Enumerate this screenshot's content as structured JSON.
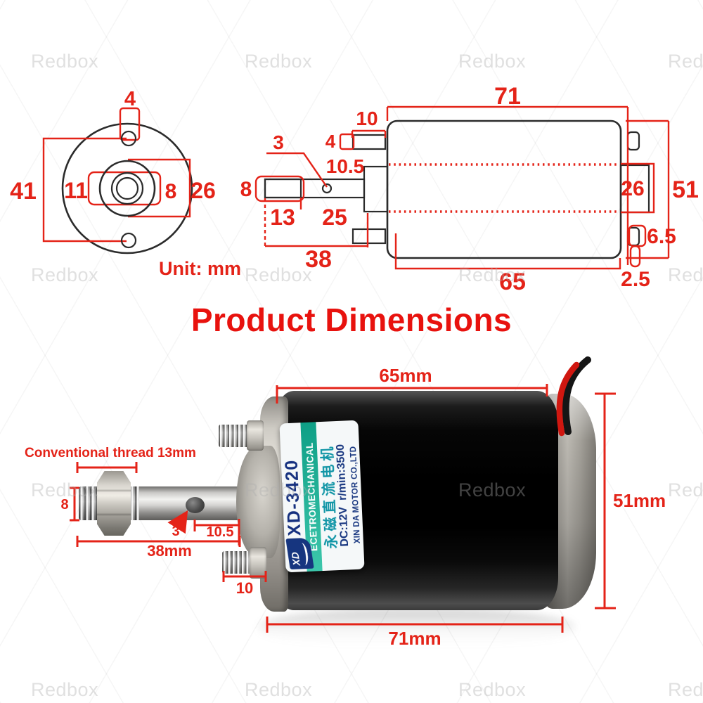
{
  "watermark": "Redbox",
  "colors": {
    "dim_red": "#e42318",
    "title_red": "#e8120e",
    "label_teal": "#14ad92",
    "label_navy": "#16357f"
  },
  "top_drawings": {
    "unit_note": "Unit: mm",
    "front_view": {
      "bolt_hole_dia": "4",
      "bolt_spacing": "41",
      "hub_width": "11",
      "shaft_dia": "8",
      "boss_dia": "26"
    },
    "side_view": {
      "total_length": "71",
      "stud_length": "10",
      "stud_dia": "4",
      "hole_dia": "3",
      "hole_offset": "10.5",
      "shaft_dia": "8",
      "thread_length": "13",
      "shaft_plain_length": "25",
      "shaft_length": "38",
      "body_length": "65",
      "rear_boss_dia": "26",
      "body_dia": "51",
      "tab_height": "6.5",
      "rear_stub": "2.5"
    }
  },
  "title": "Product Dimensions",
  "photo": {
    "annotations": {
      "thread_note": "Conventional thread 13mm",
      "body_length": "65mm",
      "body_dia": "51mm",
      "total_length": "71mm",
      "shaft_length": "38mm",
      "shaft_dia": "8",
      "hole_dia": "3",
      "hole_offset": "10.5",
      "stud_length": "10"
    },
    "label": {
      "model": "XD-3420",
      "brand": "ECETROMECHANICAL",
      "product_cn": "永磁直流电机",
      "spec": "DC:12V  r/min:3500",
      "company": "XIN DA MOTOR CO.,LTD",
      "logo": "XD"
    }
  }
}
